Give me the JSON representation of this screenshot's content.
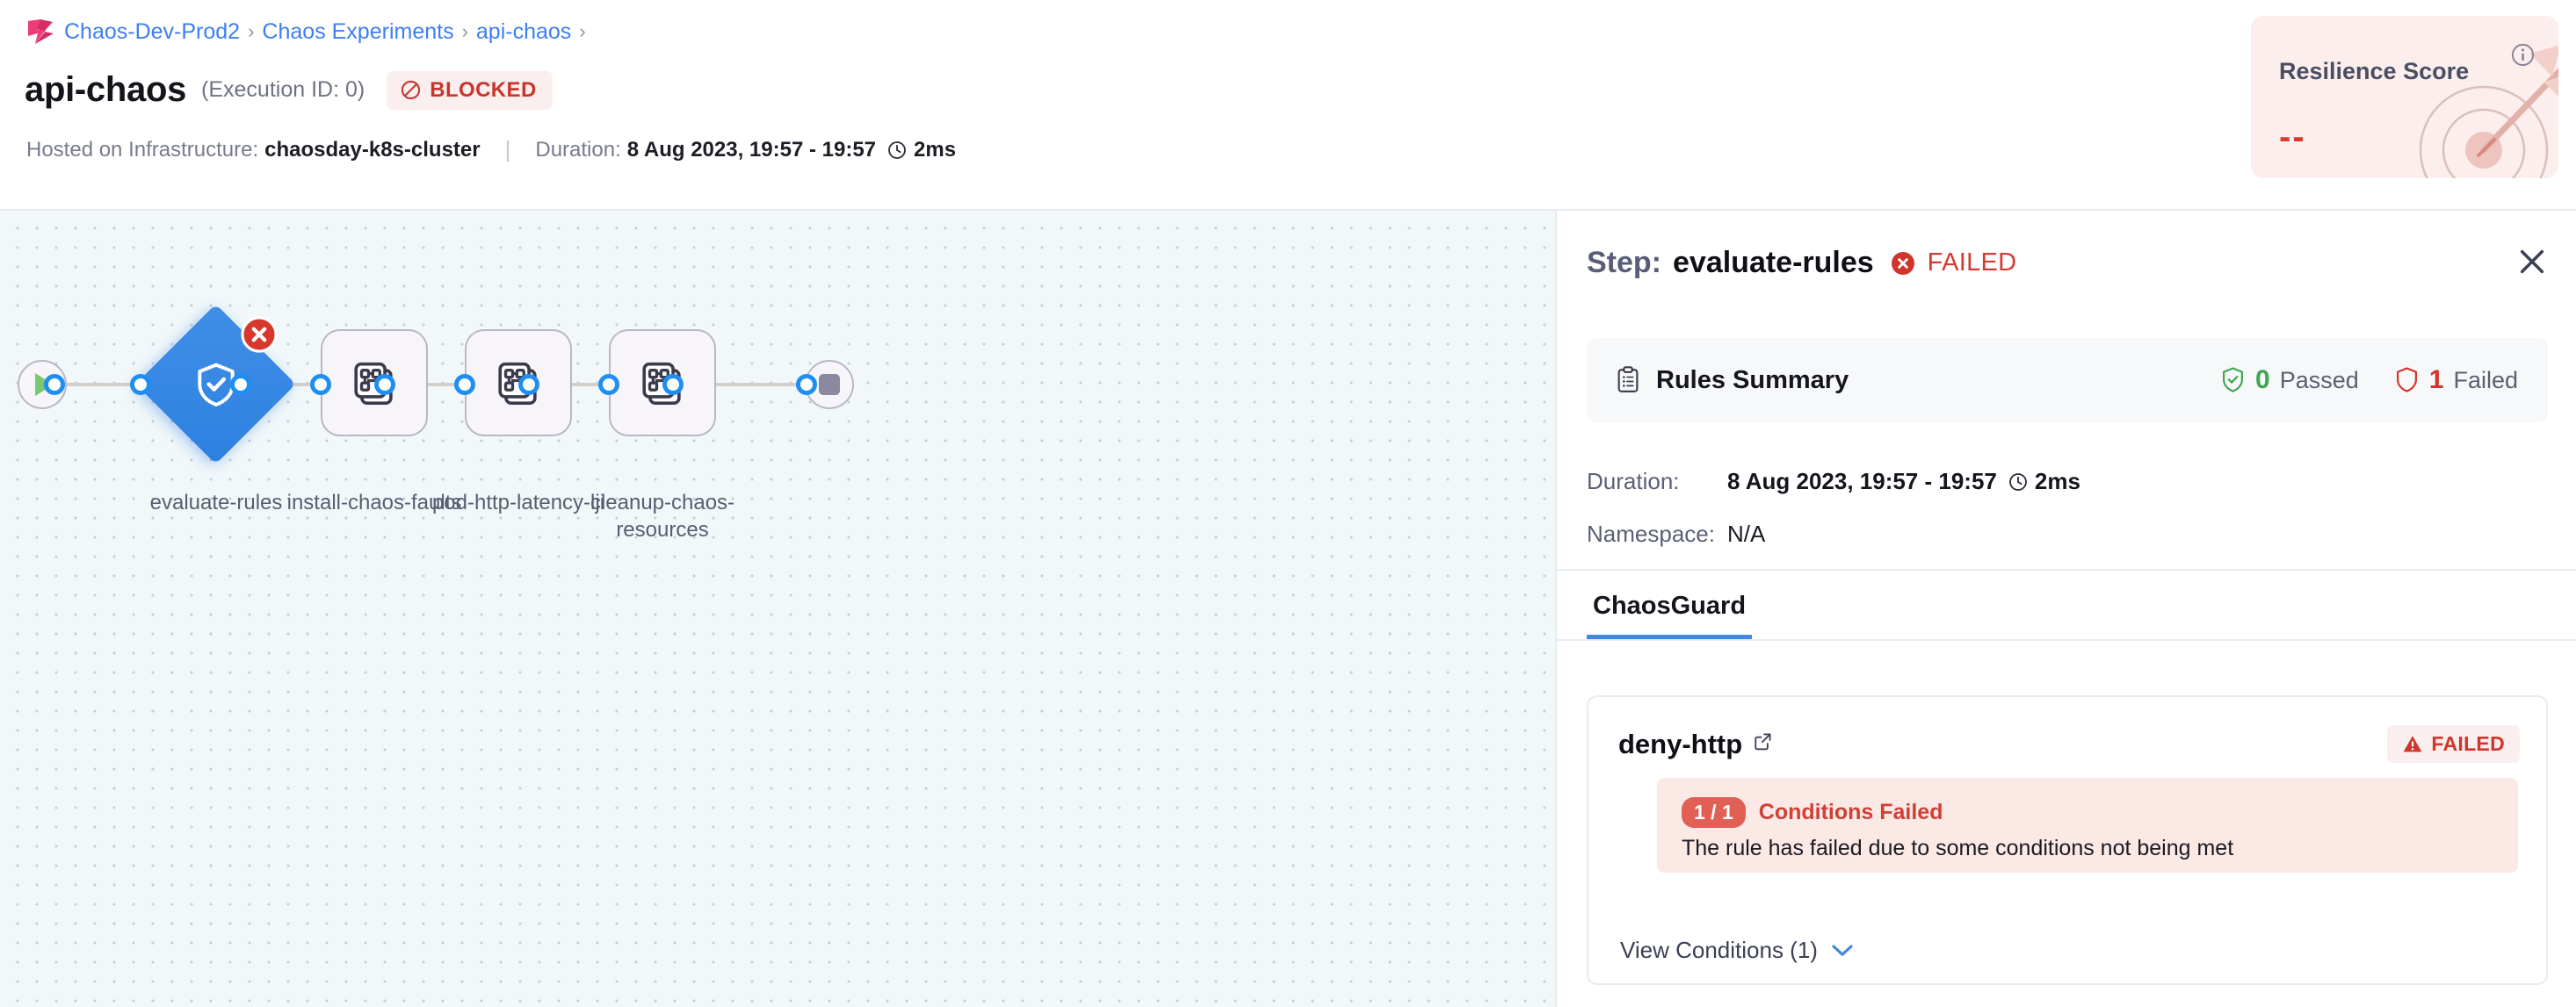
{
  "breadcrumb": {
    "logo_icon": "harness-chaos-logo-icon",
    "items": [
      {
        "label": "Chaos-Dev-Prod2"
      },
      {
        "label": "Chaos Experiments"
      },
      {
        "label": "api-chaos"
      }
    ],
    "separator": "›"
  },
  "header": {
    "title": "api-chaos",
    "execution_id": "(Execution ID: 0)",
    "status_badge": {
      "label": "BLOCKED",
      "icon": "prohibited-icon",
      "color": "#c9352d",
      "bg": "#fbeeee"
    },
    "infra_label": "Hosted on Infrastructure:",
    "infra_value": "chaosday-k8s-cluster",
    "divider": "|",
    "duration_label": "Duration:",
    "duration_value": "8 Aug 2023, 19:57 - 19:57",
    "duration_ms": "2ms",
    "clock_icon": "clock-icon"
  },
  "resilience_score": {
    "title": "Resilience Score",
    "value": "--",
    "info_icon": "info-icon",
    "accent": "#d73a30",
    "bg": "#fbeeec",
    "art_icon": "target-dart-icon"
  },
  "canvas": {
    "start_node": {
      "name": "start",
      "icon": "play-icon"
    },
    "end_node": {
      "name": "end",
      "icon": "stop-icon"
    },
    "nodes": [
      {
        "id": "evaluate-rules",
        "label": "evaluate-rules",
        "type": "chaosguard",
        "icon": "shield-check-icon",
        "status": "failed",
        "status_icon": "error-x-icon",
        "selected": true
      },
      {
        "id": "install-chaos-faults",
        "label": "install-chaos-faults",
        "type": "task",
        "icon": "chaos-fault-icon",
        "status": "not-run"
      },
      {
        "id": "pod-http-latency-lji",
        "label": "pod-http-latency-lji",
        "type": "task",
        "icon": "chaos-fault-icon",
        "status": "not-run"
      },
      {
        "id": "cleanup-chaos-resources",
        "label": "cleanup-chaos-resources",
        "type": "task",
        "icon": "chaos-fault-icon",
        "status": "not-run"
      }
    ]
  },
  "panel": {
    "step_prefix": "Step:",
    "step_name": "evaluate-rules",
    "step_status": "FAILED",
    "step_status_icon": "error-x-icon",
    "close_icon": "close-icon",
    "rules_summary": {
      "icon": "clipboard-icon",
      "title": "Rules Summary",
      "passed_count": "0",
      "passed_label": "Passed",
      "passed_icon": "shield-check-icon",
      "failed_count": "1",
      "failed_label": "Failed",
      "failed_icon": "shield-outline-icon"
    },
    "details": [
      {
        "key": "Duration:",
        "value": "8 Aug 2023, 19:57 - 19:57",
        "suffix": "2ms",
        "icon": "clock-icon"
      },
      {
        "key": "Namespace:",
        "value": "N/A"
      }
    ],
    "tabs": [
      {
        "label": "ChaosGuard",
        "active": true
      }
    ],
    "rule": {
      "name": "deny-http",
      "link_icon": "external-link-icon",
      "status_badge": {
        "label": "FAILED",
        "icon": "warning-triangle-icon"
      },
      "conditions": {
        "pill": "1 / 1",
        "title": "Conditions Failed",
        "message": "The rule has failed due to some conditions not being met"
      },
      "view_conditions": {
        "label": "View Conditions (1)",
        "icon": "chevron-down-icon"
      }
    }
  }
}
